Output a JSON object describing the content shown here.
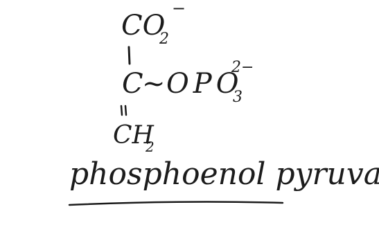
{
  "structure": {
    "top_group": "CO",
    "top_subscript": "2",
    "top_charge": "−",
    "middle_carbon": "C",
    "high_energy_bond": "~",
    "phosphate_group": "OPO",
    "phosphate_subscript": "3",
    "phosphate_charge": "2−",
    "bottom_group": "CH",
    "bottom_subscript": "2"
  },
  "caption": {
    "name": "phosphoenol pyruvate"
  }
}
